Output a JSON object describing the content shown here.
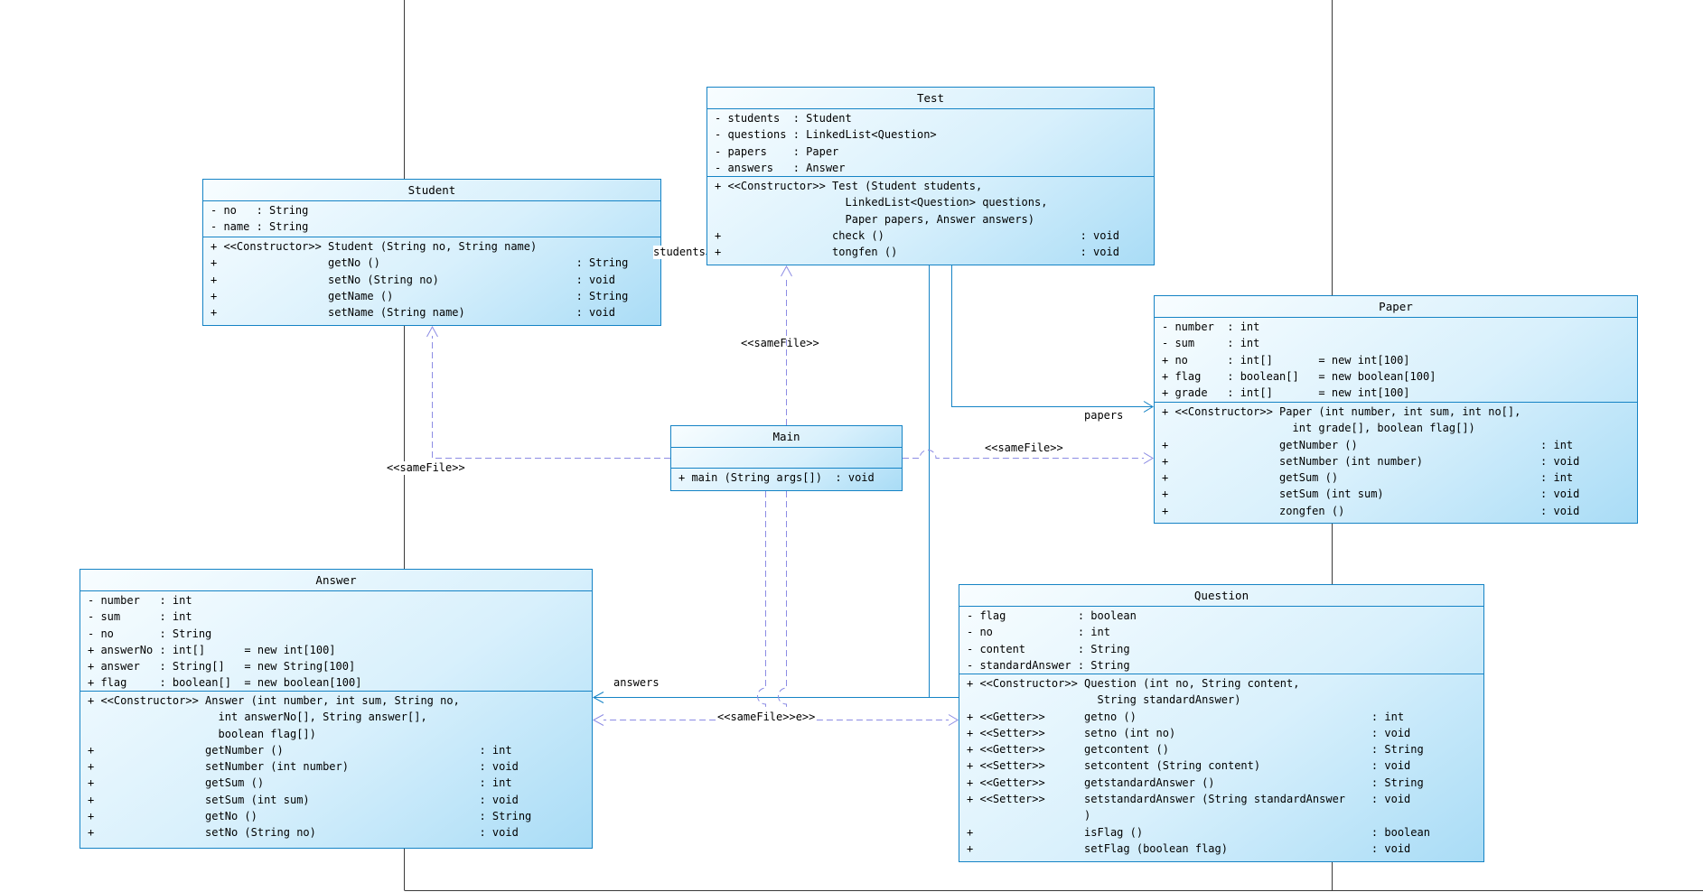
{
  "colors": {
    "box_border": "#1583c5",
    "box_fill_light": "#f8fdff",
    "box_fill_mid": "#d8f0fc",
    "box_fill_dark": "#a9dcf6",
    "connector_solid": "#1583c5",
    "connector_dashed": "#8c8ce4",
    "page_line": "#3a3a3a"
  },
  "classes": {
    "test": {
      "title": "Test",
      "attrs": [
        "- students  : Student",
        "- questions : LinkedList<Question>",
        "- papers    : Paper",
        "- answers   : Answer"
      ],
      "ops": [
        "+ <<Constructor>> Test (Student students,",
        "                    LinkedList<Question> questions,",
        "                    Paper papers, Answer answers)",
        "+                 check ()                              : void",
        "+                 tongfen ()                            : void"
      ]
    },
    "student": {
      "title": "Student",
      "attrs": [
        "- no   : String",
        "- name : String"
      ],
      "ops": [
        "+ <<Constructor>> Student (String no, String name)",
        "+                 getNo ()                              : String",
        "+                 setNo (String no)                     : void",
        "+                 getName ()                            : String",
        "+                 setName (String name)                 : void"
      ]
    },
    "paper": {
      "title": "Paper",
      "attrs": [
        "- number  : int",
        "- sum     : int",
        "+ no      : int[]       = new int[100]",
        "+ flag    : boolean[]   = new boolean[100]",
        "+ grade   : int[]       = new int[100]"
      ],
      "ops": [
        "+ <<Constructor>> Paper (int number, int sum, int no[],",
        "                    int grade[], boolean flag[])",
        "+                 getNumber ()                            : int",
        "+                 setNumber (int number)                  : void",
        "+                 getSum ()                               : int",
        "+                 setSum (int sum)                        : void",
        "+                 zongfen ()                              : void"
      ]
    },
    "main": {
      "title": "Main",
      "attrs": [],
      "ops": [
        "+ main (String args[])  : void"
      ]
    },
    "answer": {
      "title": "Answer",
      "attrs": [
        "- number   : int",
        "- sum      : int",
        "- no       : String",
        "+ answerNo : int[]      = new int[100]",
        "+ answer   : String[]   = new String[100]",
        "+ flag     : boolean[]  = new boolean[100]"
      ],
      "ops": [
        "+ <<Constructor>> Answer (int number, int sum, String no,",
        "                    int answerNo[], String answer[],",
        "                    boolean flag[])",
        "+                 getNumber ()                              : int",
        "+                 setNumber (int number)                    : void",
        "+                 getSum ()                                 : int",
        "+                 setSum (int sum)                          : void",
        "+                 getNo ()                                  : String",
        "+                 setNo (String no)                         : void"
      ]
    },
    "question": {
      "title": "Question",
      "attrs": [
        "- flag           : boolean",
        "- no             : int",
        "- content        : String",
        "- standardAnswer : String"
      ],
      "ops": [
        "+ <<Constructor>> Question (int no, String content,",
        "                    String standardAnswer)",
        "+ <<Getter>>      getno ()                                    : int",
        "+ <<Setter>>      setno (int no)                              : void",
        "+ <<Getter>>      getcontent ()                               : String",
        "+ <<Setter>>      setcontent (String content)                 : void",
        "+ <<Getter>>      getstandardAnswer ()                        : String",
        "+ <<Setter>>      setstandardAnswer (String standardAnswer    : void",
        "                  )",
        "+                 isFlag ()                                   : boolean",
        "+                 setFlag (boolean flag)                      : void"
      ]
    }
  },
  "labels": {
    "students": "students",
    "papers": "papers",
    "answers": "answers",
    "samefile_student": "<<sameFile>>",
    "samefile_test": "<<sameFile>>",
    "samefile_paper": "<<sameFile>>",
    "samefile_bottom": "<<sameFile>>e>>"
  }
}
